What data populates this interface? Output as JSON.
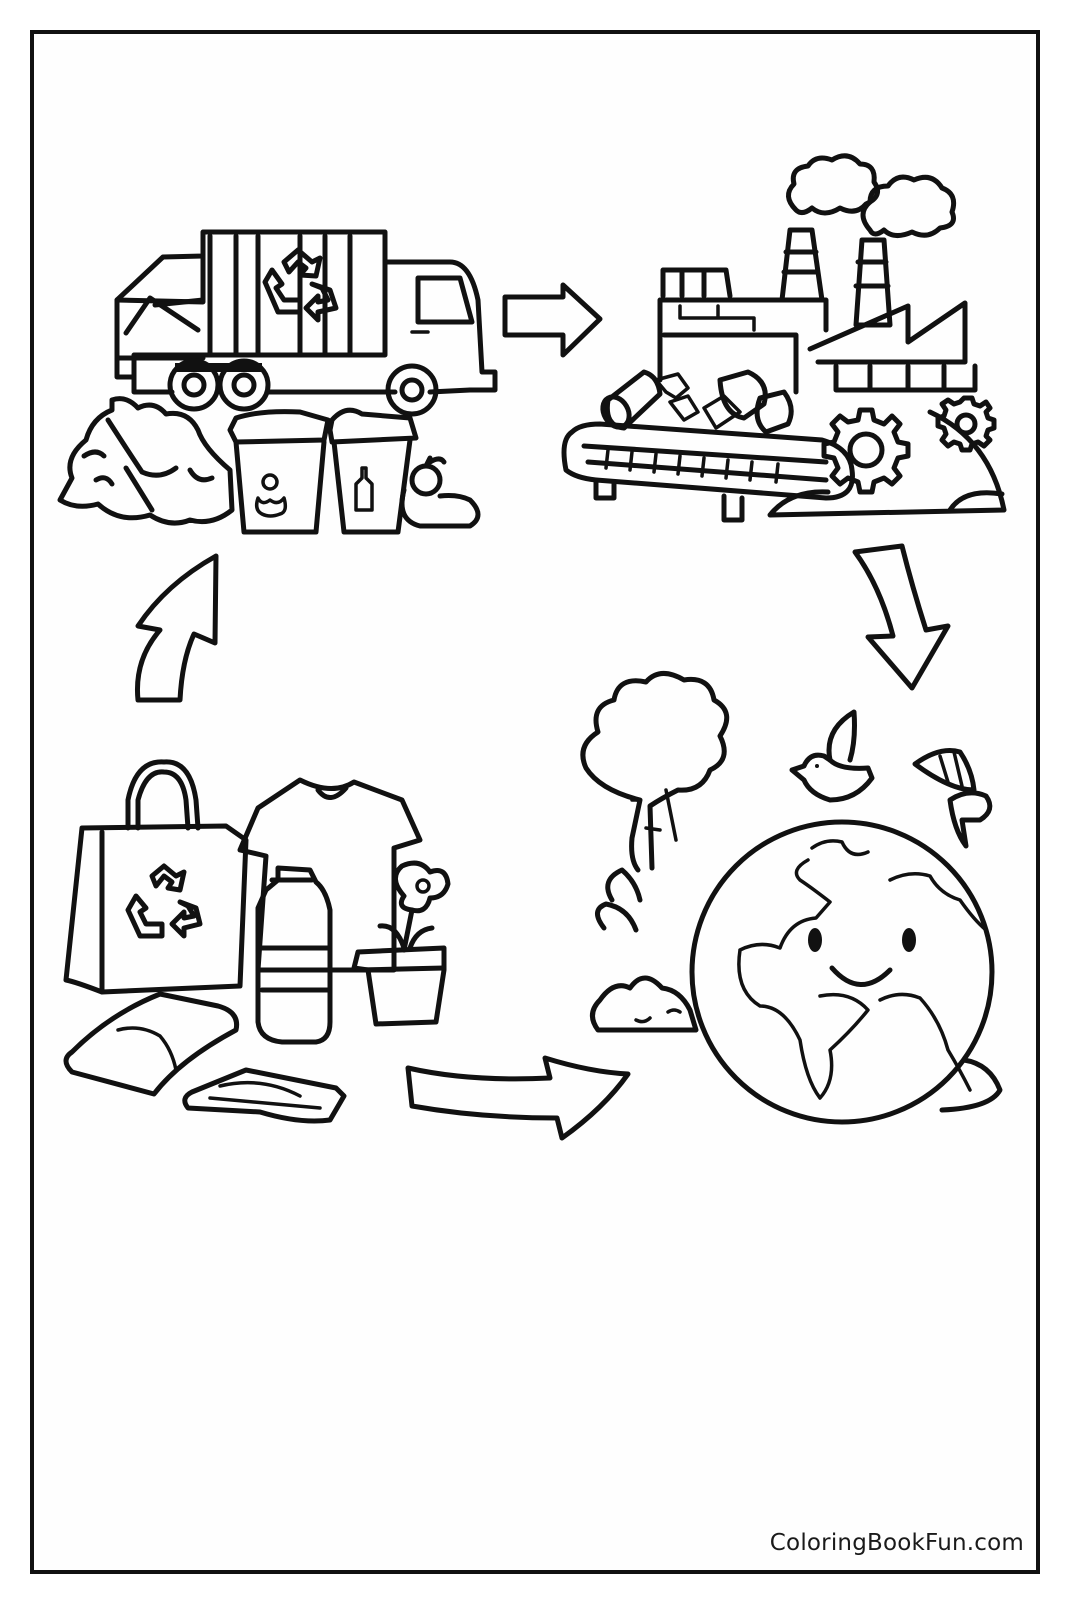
{
  "page": {
    "subject": "Recycling cycle coloring page",
    "credit": "ColoringBookFun.com",
    "colors": {
      "line": "#111111",
      "background": "#ffffff"
    }
  },
  "scenes": [
    {
      "id": "collection",
      "label": "Garbage truck with recycling bins and trash pile",
      "icons": [
        "recycle-truck-icon",
        "trash-pile-icon",
        "recycle-bin-icon",
        "bottle-bin-icon",
        "apple-icon"
      ]
    },
    {
      "id": "processing",
      "label": "Recycling factory with conveyor belt and gears",
      "icons": [
        "factory-icon",
        "smokestack-icon",
        "conveyor-belt-icon",
        "gear-icon",
        "cans-icon"
      ]
    },
    {
      "id": "earth",
      "label": "Smiling Earth with tree, bird and butterfly",
      "icons": [
        "earth-icon",
        "tree-icon",
        "bird-icon",
        "butterfly-icon",
        "bush-icon"
      ]
    },
    {
      "id": "products",
      "label": "Recycled products: bag, shirt, bottle, flower pot, clothes",
      "icons": [
        "tote-bag-icon",
        "t-shirt-icon",
        "bottle-icon",
        "flower-pot-icon",
        "folded-clothes-icon"
      ]
    }
  ],
  "arrows": [
    {
      "from": "collection",
      "to": "processing",
      "direction": "right"
    },
    {
      "from": "processing",
      "to": "earth",
      "direction": "down"
    },
    {
      "from": "products",
      "to": "earth",
      "direction": "right"
    },
    {
      "from": "products",
      "to": "collection",
      "direction": "up"
    }
  ]
}
